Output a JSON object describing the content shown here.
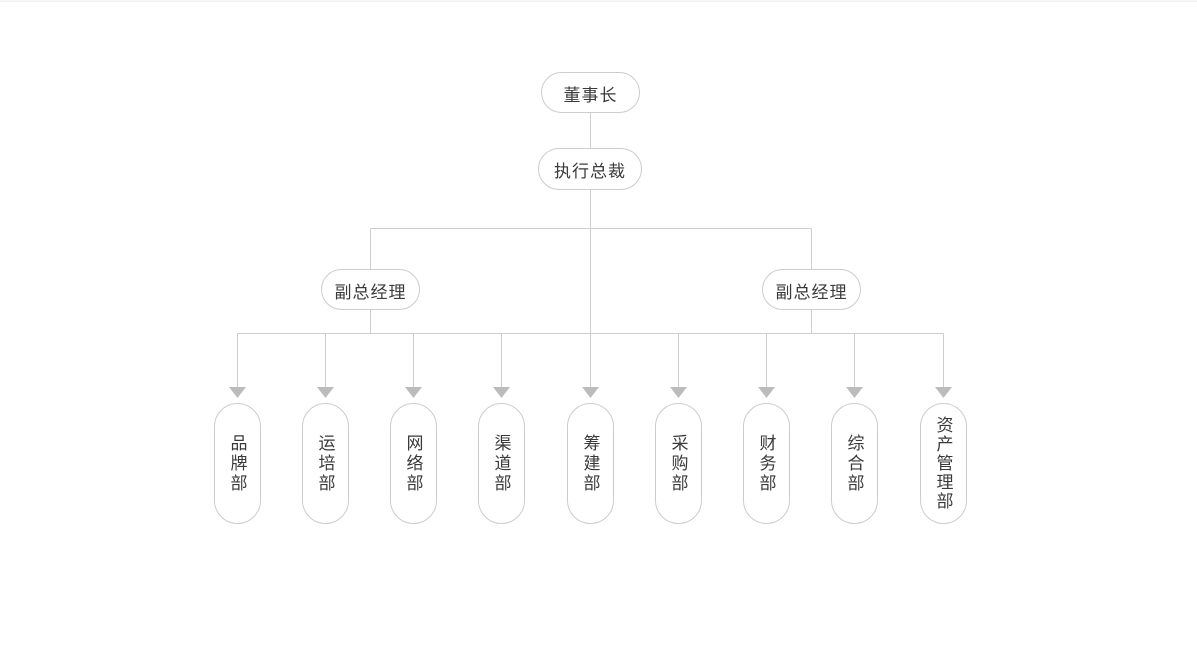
{
  "org_chart": {
    "chairman": "董事长",
    "ceo": "执行总裁",
    "vice_left": "副总经理",
    "vice_right": "副总经理",
    "departments": [
      {
        "label": "品牌部"
      },
      {
        "label": "运培部"
      },
      {
        "label": "网络部"
      },
      {
        "label": "渠道部"
      },
      {
        "label": "筹建部"
      },
      {
        "label": "采购部"
      },
      {
        "label": "财务部"
      },
      {
        "label": "综合部"
      },
      {
        "label": "资产管理部"
      }
    ],
    "colors": {
      "bg": "#ffffff",
      "border": "#cccccc",
      "line": "#cdcdcd",
      "arrow": "#bcbcbc",
      "text": "#3a3a3a"
    }
  }
}
